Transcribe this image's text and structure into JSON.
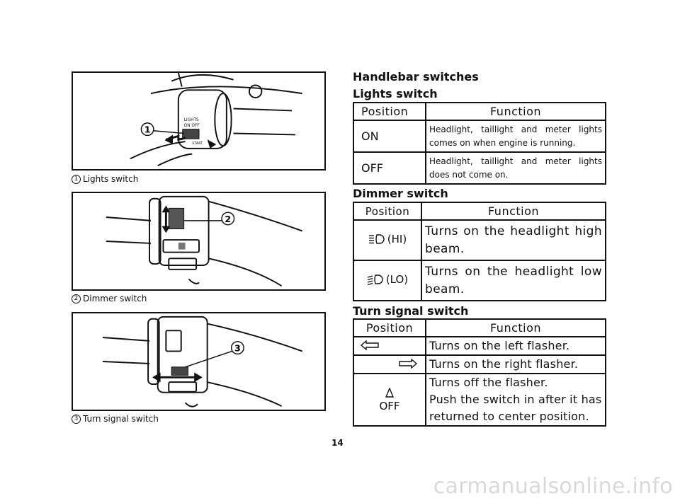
{
  "figures": [
    {
      "num": "1",
      "label": "Lights switch",
      "callout": "1",
      "switch_text": [
        "LIGHTS",
        "ON OFF",
        "START"
      ]
    },
    {
      "num": "2",
      "label": "Dimmer switch",
      "callout": "2"
    },
    {
      "num": "3",
      "label": "Turn signal switch",
      "callout": "3"
    }
  ],
  "heading": "Handlebar switches",
  "lights": {
    "title": "Lights switch",
    "header": {
      "position": "Position",
      "function": "Function"
    },
    "rows": [
      {
        "position": "ON",
        "function": "Headlight, taillight and meter lights comes on when engine is running."
      },
      {
        "position": "OFF",
        "function": "Headlight, taillight and meter lights does not come on."
      }
    ]
  },
  "dimmer": {
    "title": "Dimmer switch",
    "header": {
      "position": "Position",
      "function": "Function"
    },
    "rows": [
      {
        "icon": "high-beam-icon",
        "position": "(HI)",
        "function": "Turns on the headlight high beam."
      },
      {
        "icon": "low-beam-icon",
        "position": "(LO)",
        "function": "Turns on the headlight low beam."
      }
    ]
  },
  "turn": {
    "title": "Turn signal switch",
    "header": {
      "position": "Position",
      "function": "Function"
    },
    "rows": [
      {
        "icon": "left-arrow-icon",
        "function": "Turns on the left flasher."
      },
      {
        "icon": "right-arrow-icon",
        "function": "Turns on the right flasher."
      },
      {
        "icon": "push-icon",
        "position": "OFF",
        "function": [
          "Turns off the flasher.",
          "Push the switch in after it has returned to center position."
        ]
      }
    ]
  },
  "page_number": "14",
  "watermark": "carmanualsonline.info"
}
